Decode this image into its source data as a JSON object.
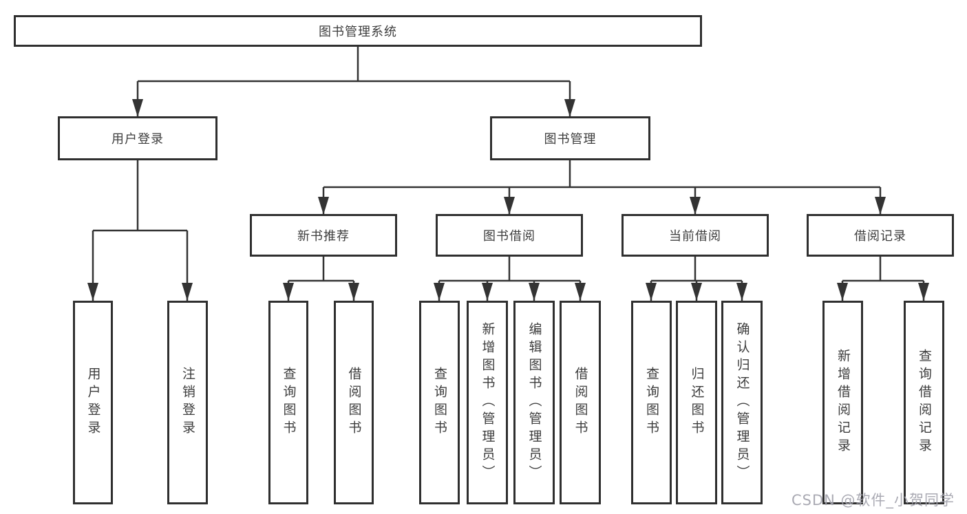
{
  "diagram": {
    "root": {
      "label": "图书管理系统"
    },
    "user_login": {
      "label": "用户登录",
      "children": {
        "login": {
          "label": "用户登录"
        },
        "logout": {
          "label": "注销登录"
        }
      }
    },
    "book_mgmt": {
      "label": "图书管理",
      "children": {
        "new_books": {
          "label": "新书推荐",
          "children": {
            "query": {
              "label": "查询图书"
            },
            "borrow": {
              "label": "借阅图书"
            }
          }
        },
        "book_borrow": {
          "label": "图书借阅",
          "children": {
            "query": {
              "label": "查询图书"
            },
            "add": {
              "label": "新增图书（管理员）"
            },
            "edit": {
              "label": "编辑图书（管理员）"
            },
            "borrow": {
              "label": "借阅图书"
            }
          }
        },
        "current_borrow": {
          "label": "当前借阅",
          "children": {
            "query": {
              "label": "查询图书"
            },
            "return": {
              "label": "归还图书"
            },
            "confirm": {
              "label": "确认归还（管理员）"
            }
          }
        },
        "borrow_records": {
          "label": "借阅记录",
          "children": {
            "add": {
              "label": "新增借阅记录"
            },
            "query": {
              "label": "查询借阅记录"
            }
          }
        }
      }
    },
    "watermark": "CSDN @软件_小贺同学"
  }
}
